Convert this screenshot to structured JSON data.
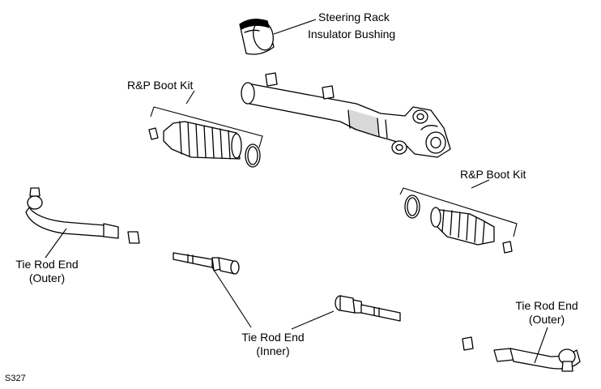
{
  "labels": {
    "bushing_line1": "Steering Rack",
    "bushing_line2": "Insulator Bushing",
    "boot_kit_left": "R&P Boot Kit",
    "boot_kit_right": "R&P Boot Kit",
    "tie_outer_left_line1": "Tie Rod End",
    "tie_outer_left_line2": "(Outer)",
    "tie_inner_line1": "Tie Rod End",
    "tie_inner_line2": "(Inner)",
    "tie_outer_right_line1": "Tie Rod End",
    "tie_outer_right_line2": "(Outer)"
  },
  "reference_code": "S327"
}
